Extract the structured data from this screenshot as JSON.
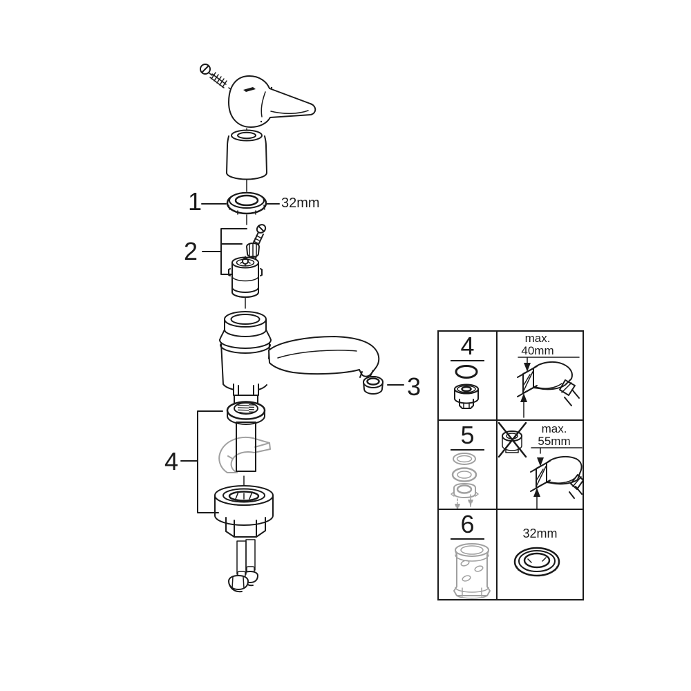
{
  "colors": {
    "line": "#1a1a1a",
    "gray": "#a0a0a0",
    "background": "#ffffff"
  },
  "diagram": {
    "labels": {
      "part1": "1",
      "part1_size": "32mm",
      "part2": "2",
      "part3": "3",
      "part4": "4"
    }
  },
  "table": {
    "rows": [
      {
        "number": "4",
        "max_label": "max.",
        "dimension": "40mm"
      },
      {
        "number": "5",
        "max_label": "max.",
        "dimension": "55mm"
      },
      {
        "number": "6",
        "dimension": "32mm"
      }
    ]
  }
}
